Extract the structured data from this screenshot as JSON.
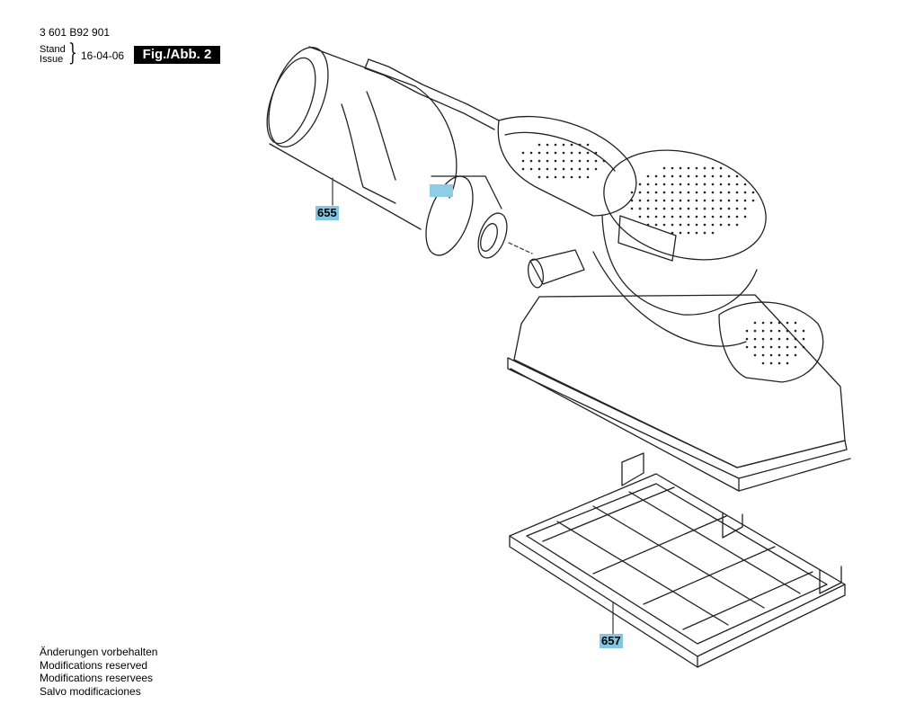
{
  "header": {
    "doc_number": "3 601 B92 901",
    "stand_label": "Stand",
    "issue_label": "Issue",
    "date": "16-04-06",
    "fig_label": "Fig./Abb. 2"
  },
  "callouts": [
    {
      "id": "655"
    },
    {
      "id": "657"
    }
  ],
  "footer": {
    "lines": [
      "Änderungen vorbehalten",
      "Modifications reserved",
      "Modifications reservees",
      "Salvo modificaciones"
    ]
  },
  "colors": {
    "callout_highlight": "#7fc7e4",
    "badge_background": "#000000",
    "line": "#222222"
  }
}
